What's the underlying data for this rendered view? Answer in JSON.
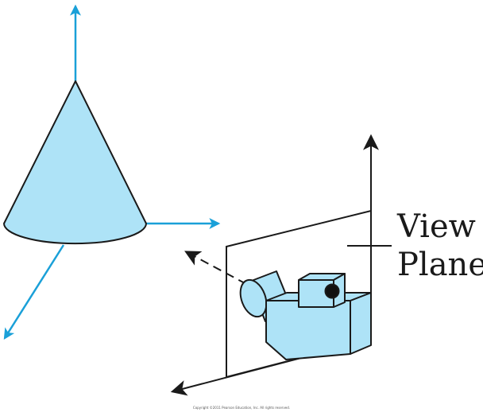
{
  "labels": {
    "view_line1": "View",
    "view_line2": "Plane"
  },
  "copyright": "Copyright ©2011 Pearson Education, Inc. All rights reserved.",
  "colors": {
    "object_fill": "#aee3f7",
    "axis_blue": "#1aa0d8",
    "line_dark": "#1a1a1a",
    "background": "#ffffff"
  },
  "icons": {
    "object": "cone-icon",
    "camera": "camera-icon"
  }
}
